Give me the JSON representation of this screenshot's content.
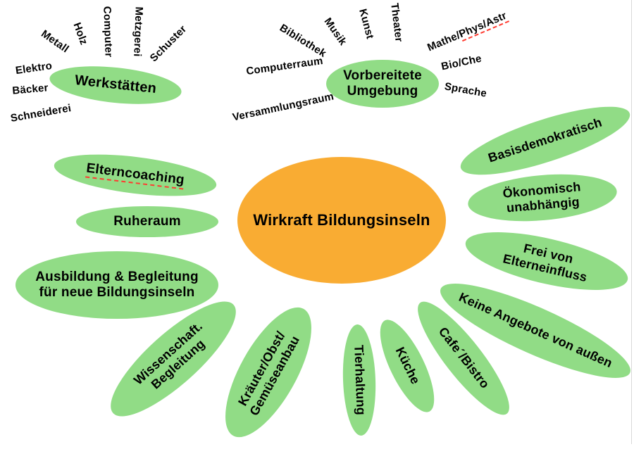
{
  "colors": {
    "canvas_bg": "#ffffff",
    "center_fill": "#F9AC33",
    "node_fill": "#91DC86",
    "text": "#000000",
    "spellcheck": "#FF3B30",
    "edge_line": "#d8d8d8"
  },
  "center": {
    "label": "Wirkraft Bildungsinseln"
  },
  "hubs": {
    "werkstaetten": {
      "label": "Werkstätten",
      "spokes": [
        "Schneiderei",
        "Bäcker",
        "Elektro",
        "Metall",
        "Holz",
        "Computer",
        "Metzgerei",
        "Schuster"
      ]
    },
    "vorbereitete_umgebung": {
      "line1": "Vorbereitete",
      "line2": "Umgebung",
      "spokes": [
        "Versammlungsraum",
        "Computerraum",
        "Bibliothek",
        "Musik",
        "Kunst",
        "Theater"
      ],
      "mathe_spoke": {
        "prefix": "Mathe/",
        "underlined": "Phys/Astr"
      },
      "spokes_right": [
        "Bio/Che",
        "Sprache"
      ]
    }
  },
  "nodes": {
    "elterncoaching": {
      "label": "Elterncoaching"
    },
    "ruheraum": {
      "label": "Ruheraum"
    },
    "ausbildung": {
      "line1": "Ausbildung & Begleitung",
      "line2": "für neue Bildungsinseln"
    },
    "wissenschaft": {
      "line1": "Wissenschaft.",
      "line2": "Begleitung"
    },
    "kraeuter": {
      "line1": "Kräuter/Obst/",
      "line2": "Gemüseanbau"
    },
    "tierhaltung": {
      "label": "Tierhaltung"
    },
    "kueche": {
      "label": "Küche"
    },
    "cafe_bistro": {
      "label": "Cafe´/Bistro"
    },
    "keine_angebote": {
      "label": "Keine Angebote von außen"
    },
    "frei_von": {
      "line1": "Frei von",
      "line2": "Elterneinfluss"
    },
    "oekonomisch": {
      "line1": "Ökonomisch",
      "line2": "unabhängig"
    },
    "basisdemokratisch": {
      "label": "Basisdemokratisch"
    }
  }
}
